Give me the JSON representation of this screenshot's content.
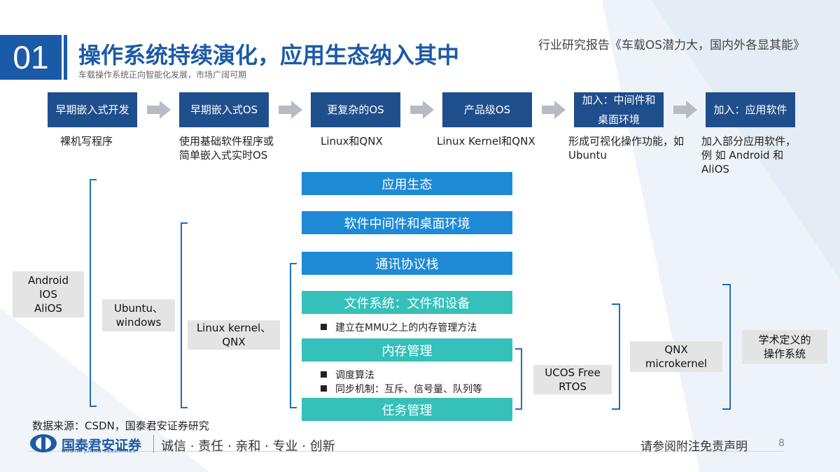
{
  "header": {
    "number": "01",
    "title": "操作系统持续演化，应用生态纳入其中",
    "subtitle": "车载操作系统正向智能化发展，市场广阔可期",
    "report": "行业研究报告《车载OS潜力大，国内外各显其能》"
  },
  "flow": {
    "steps": [
      {
        "label": "早期嵌入式开发",
        "desc": "裸机写程序"
      },
      {
        "label": "早期嵌入式OS",
        "desc": "使用基础软件程序或简单嵌入式实时OS"
      },
      {
        "label": "更复杂的OS",
        "desc": "Linux和QNX"
      },
      {
        "label": "产品级OS",
        "desc": "Linux Kernel和QNX"
      },
      {
        "label": "加入：中间件和桌面环境",
        "desc": "形成可视化操作功能，如Ubuntu"
      },
      {
        "label": "加入：应用软件",
        "desc": "加入部分应用软件，例 如 Android 和 AliOS"
      }
    ]
  },
  "stack": {
    "bars": [
      "应用生态",
      "软件中间件和桌面环境",
      "通讯协议栈",
      "文件系统：文件和设备",
      "内存管理",
      "任务管理"
    ],
    "bullets": [
      "建立在MMU之上的内存管理方法",
      "调度算法",
      "同步机制：互斥、信号量、队列等"
    ]
  },
  "boxes": {
    "android": "Android IOS AliOS",
    "ubuntu": "Ubuntu、windows",
    "linux": "Linux kernel、QNX",
    "ucos": "UCOS Free RTOS",
    "qnx": "QNX microkernel",
    "academic": "学术定义的操作系统"
  },
  "footer": {
    "source": "数据来源：CSDN，国泰君安证券研究",
    "logo": "国泰君安证券",
    "logo_sub": "GUOTAI JUNAN SECURITIES",
    "slogan": "诚信 · 责任 · 亲和 · 专业 · 创新",
    "disclaimer": "请参阅附注免责声明",
    "page": "8"
  },
  "colors": {
    "primary": "#1b5aa6",
    "step_bg": "#1f4e8c",
    "bar_blue": "#1e8ad6",
    "bar_teal": "#35c0b9",
    "box_gray": "#e4e4e4"
  }
}
